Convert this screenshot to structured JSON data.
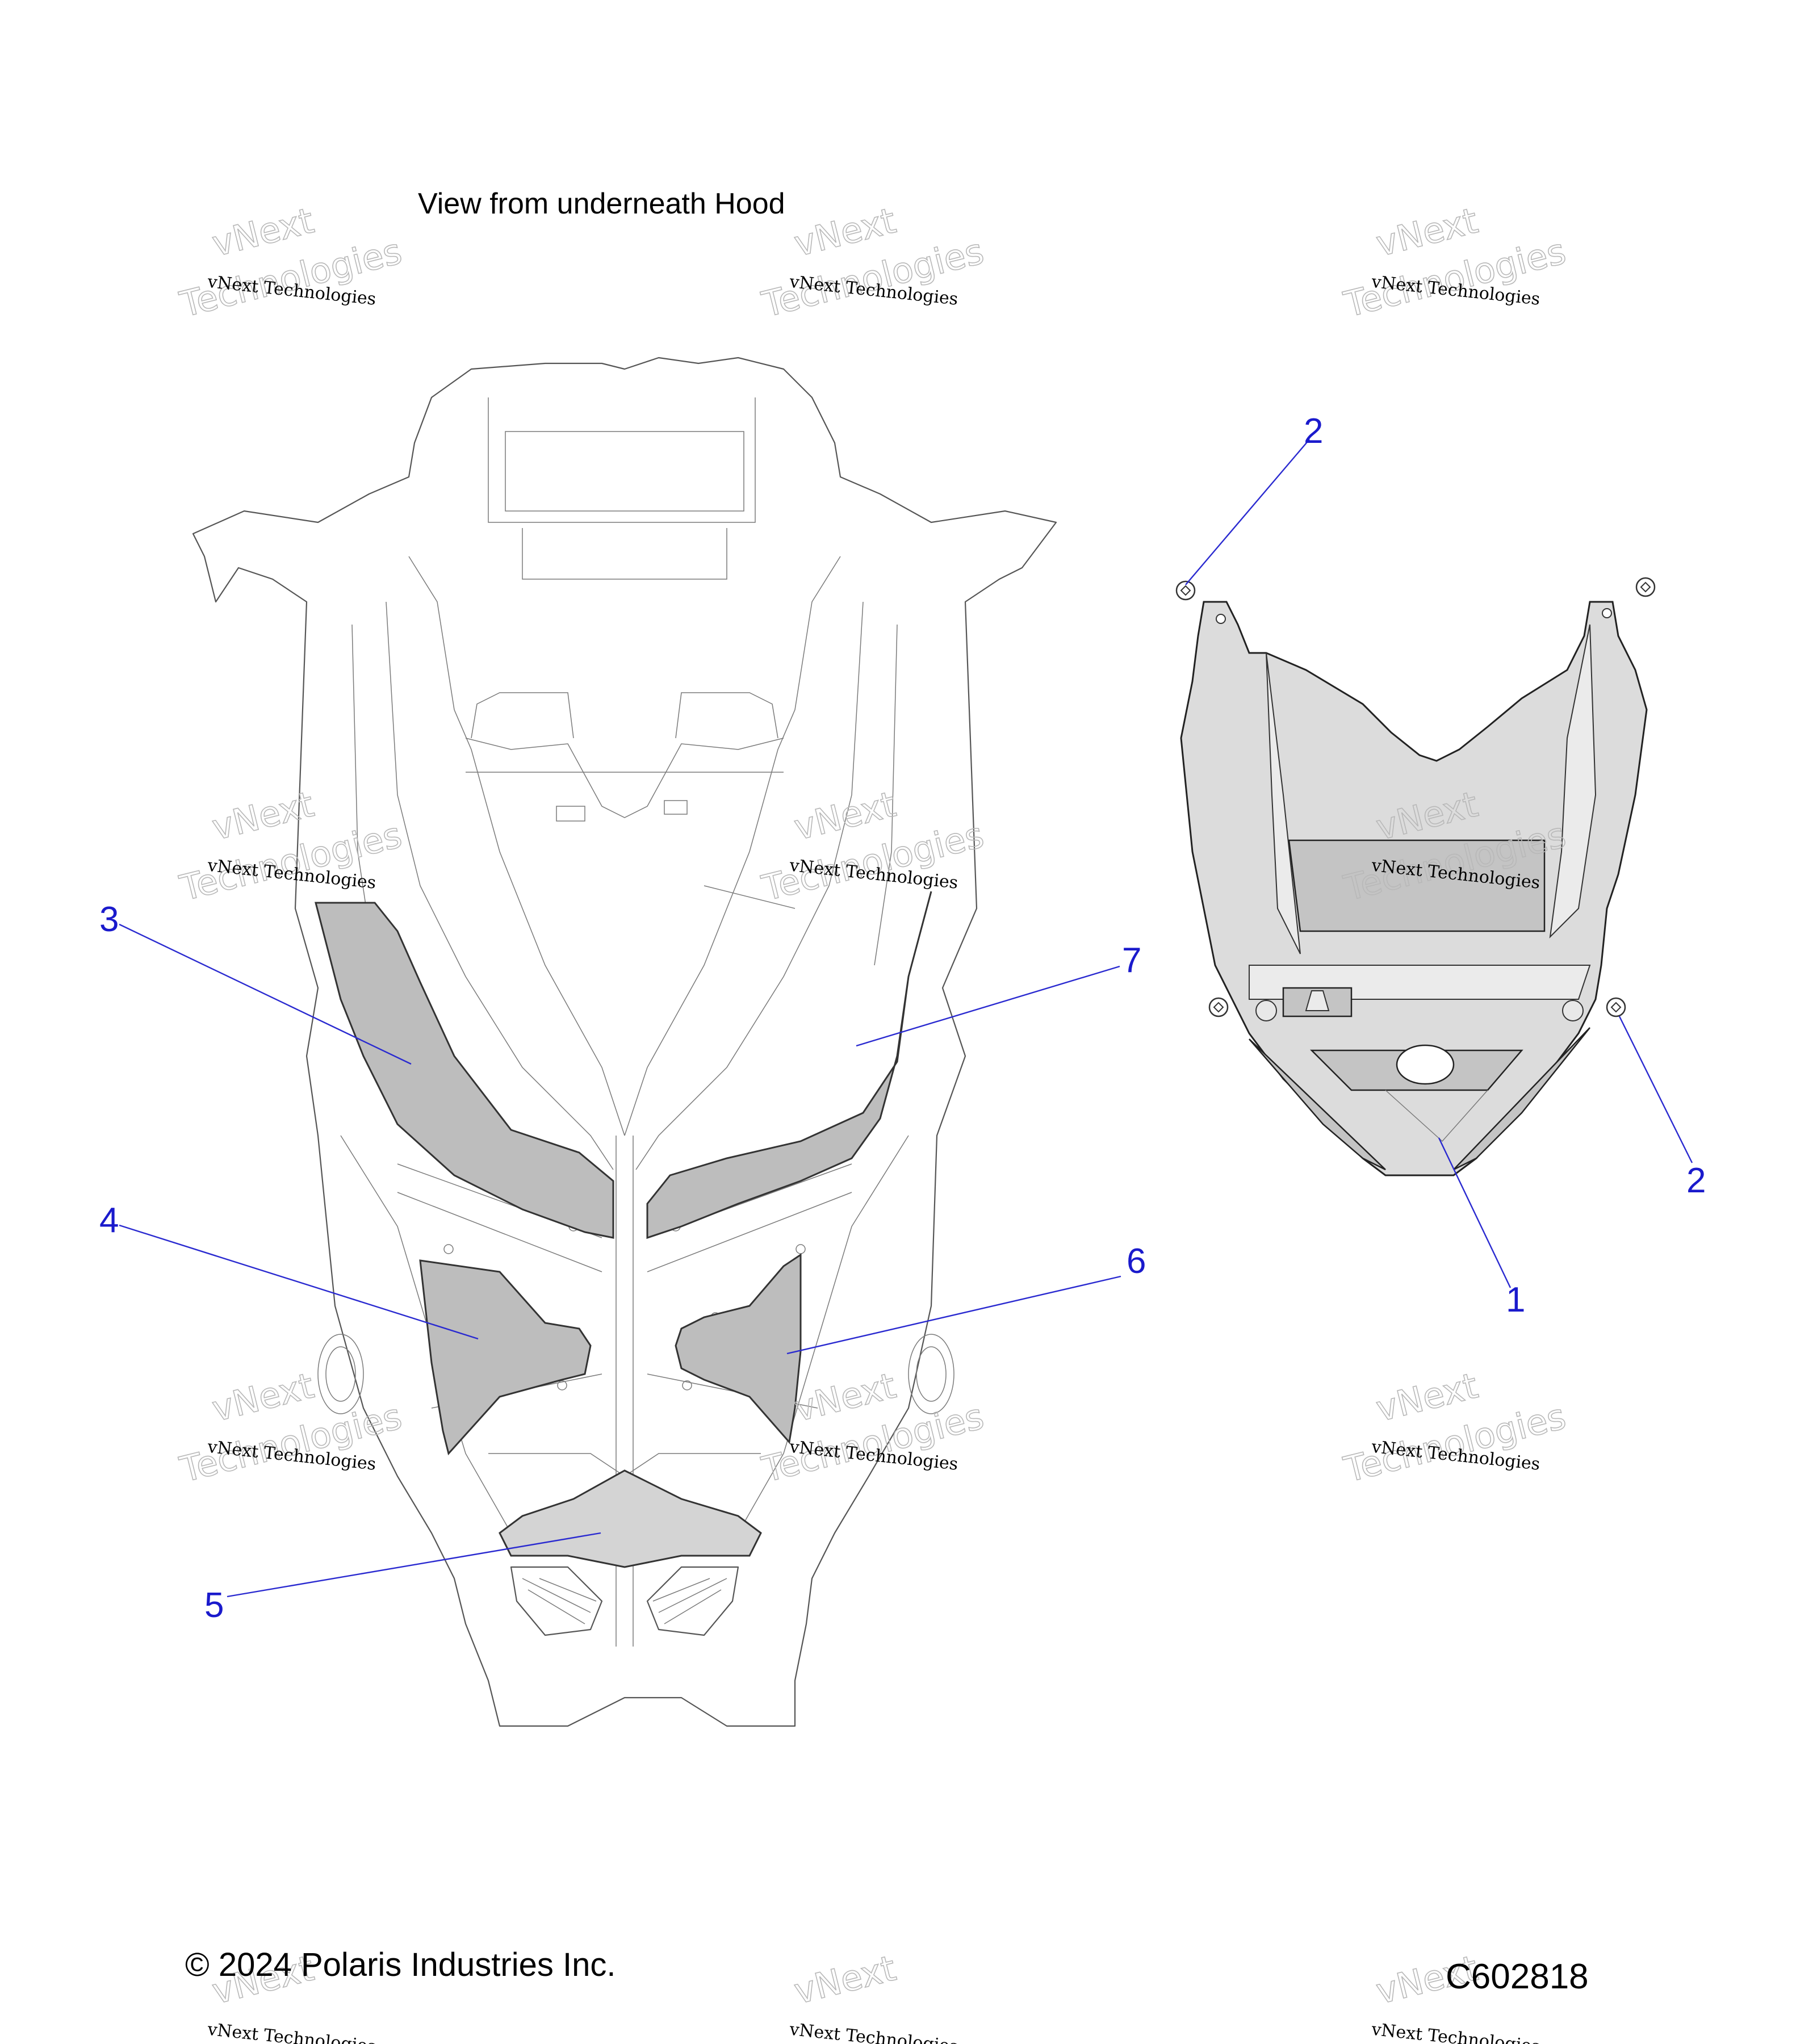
{
  "diagram": {
    "view_caption": "View from underneath Hood",
    "copyright": "© 2024 Polaris Industries Inc.",
    "drawing_code": "C602818",
    "watermark": {
      "small_text": "vNext Technologies",
      "large_text_top": "vNext",
      "large_text_bottom": "Technologies"
    },
    "callouts": [
      {
        "id": "1",
        "label": "1",
        "part": "skid/guard plate"
      },
      {
        "id": "2a",
        "label": "2",
        "part": "push rivet (upper)"
      },
      {
        "id": "2b",
        "label": "2",
        "part": "push rivet (lower)"
      },
      {
        "id": "3",
        "label": "3",
        "part": "upper left hood pad"
      },
      {
        "id": "4",
        "label": "4",
        "part": "lower left hood pad"
      },
      {
        "id": "5",
        "label": "5",
        "part": "front center hood pad"
      },
      {
        "id": "6",
        "label": "6",
        "part": "lower right hood pad"
      },
      {
        "id": "7",
        "label": "7",
        "part": "upper right hood pad"
      }
    ]
  }
}
